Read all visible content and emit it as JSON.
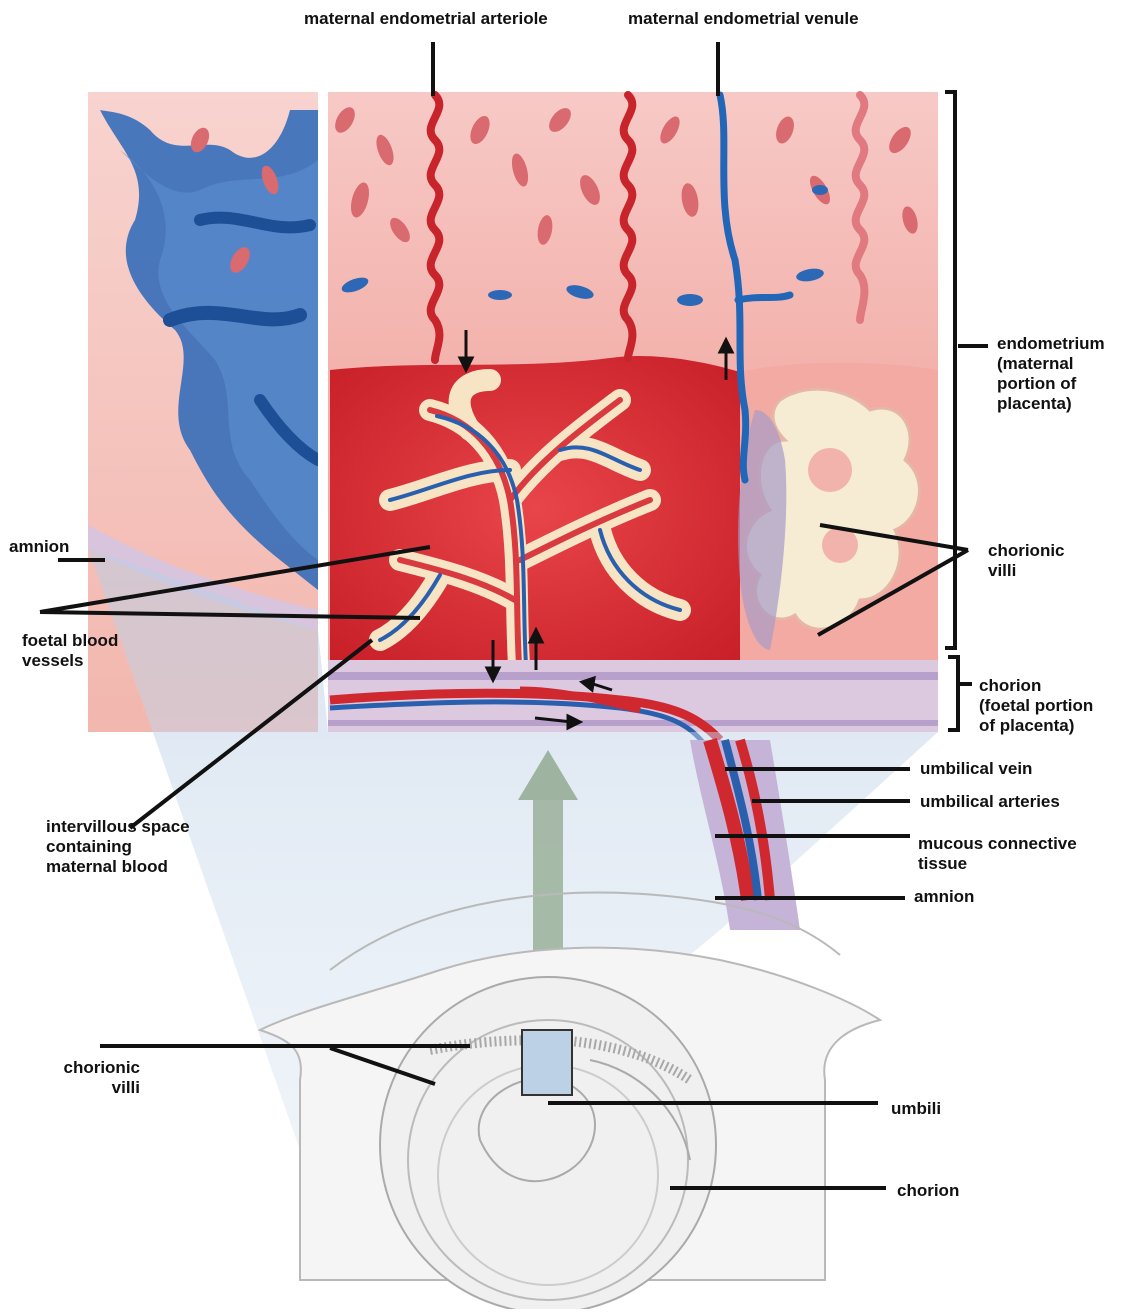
{
  "labels": {
    "maternal_endometrial_arteriole": "maternal endometrial arteriole",
    "maternal_endometrial_venule": "maternal endometrial venule",
    "endometrium": "endometrium\n(maternal\nportion of\nplacenta)",
    "amnion_left": "amnion",
    "chorionic_villi_right": "chorionic\nvilli",
    "foetal_blood_vessels": "foetal blood\nvessels",
    "chorion_foetal": "chorion\n(foetal portion\nof placenta)",
    "intervillous_space": "intervillous space\ncontaining\nmaternal blood",
    "umbilical_vein": "umbilical vein",
    "umbilical_arteries": "umbilical arteries",
    "mucous_connective_tissue": "mucous connective\ntissue",
    "amnion_lower": "amnion",
    "chorionic_villi_lower": "chorionic\nvilli",
    "umbili": "umbili",
    "chorion_lower": "chorion"
  },
  "colors": {
    "maternal_tissue": "#f4b8b3",
    "maternal_blood": "#d8262e",
    "venous_blue": "#1f5fb0",
    "villi_cream": "#f6ecd4",
    "amnion_lilac": "#c9b4d6",
    "cone_blue": "#c8d6e8",
    "arrow_green": "#9fb4a0",
    "leader": "#111111"
  }
}
